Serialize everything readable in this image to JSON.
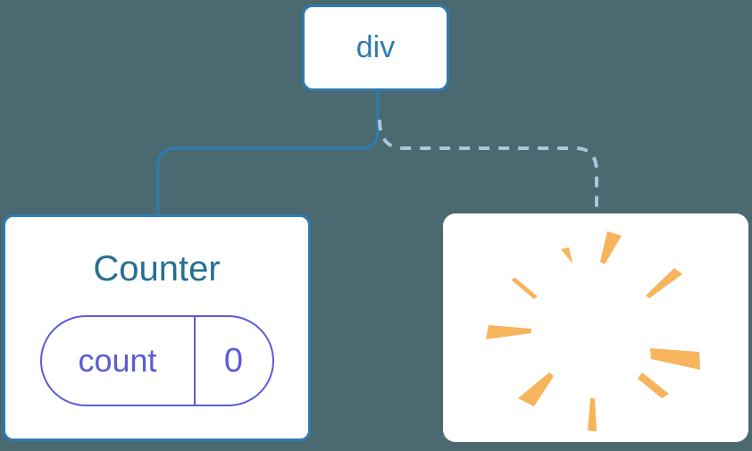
{
  "diagram": {
    "background_color": "#4b6971",
    "root": {
      "label": "div"
    },
    "counter": {
      "title": "Counter",
      "state": {
        "key": "count",
        "value": "0"
      }
    },
    "removed": {
      "icon": "poof-icon"
    },
    "links": [
      {
        "type": "solid",
        "color": "#2e7cb3",
        "from": "div",
        "to": "Counter"
      },
      {
        "type": "dashed",
        "color": "#a9c6da",
        "from": "div",
        "to": "removed"
      }
    ],
    "colors": {
      "node_border_blue": "#2e7cb3",
      "title_blue": "#276f92",
      "state_indigo": "#5a5cd6",
      "poof_orange": "#f6b45c",
      "card_white": "#ffffff"
    }
  }
}
